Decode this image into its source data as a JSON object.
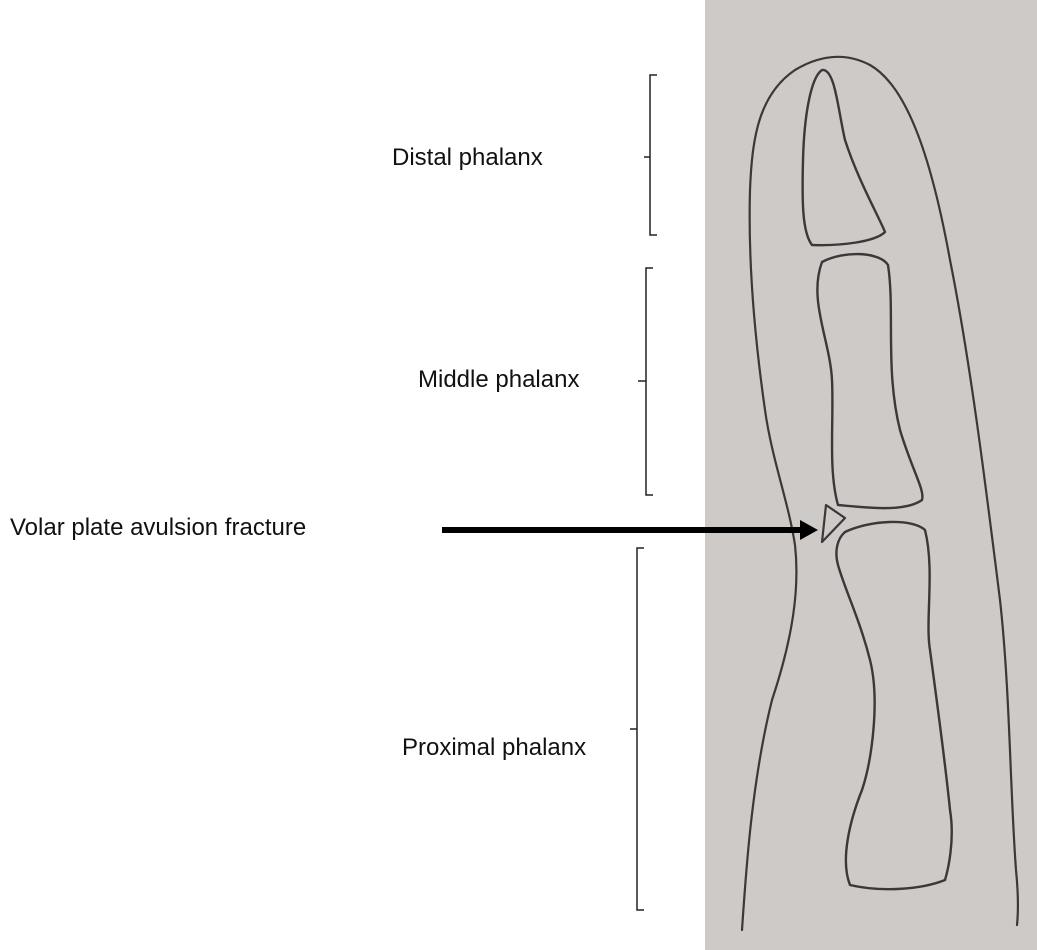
{
  "labels": {
    "distal": "Distal phalanx",
    "middle": "Middle phalanx",
    "fracture": "Volar plate avulsion fracture",
    "proximal": "Proximal phalanx"
  },
  "colors": {
    "paper": "#cdcac7",
    "pencil": "#3a3838",
    "bracket": "#222222",
    "arrow": "#000000",
    "text": "#111111"
  }
}
